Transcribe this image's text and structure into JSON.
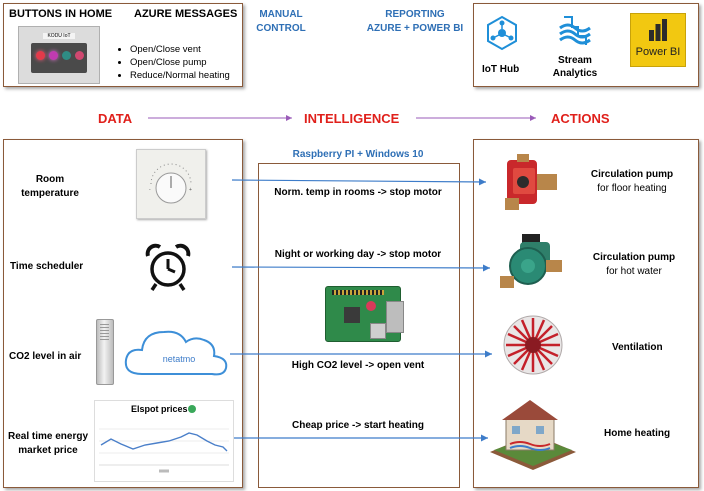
{
  "top": {
    "buttons_title": "BUTTONS IN HOME",
    "azure_title": "AZURE MESSAGES",
    "panel_label": "KODU IoT",
    "messages": [
      "Open/Close vent",
      "Open/Close pump",
      "Reduce/Normal heating"
    ],
    "manual_control": [
      "MANUAL",
      "CONTROL"
    ],
    "reporting": [
      "REPORTING",
      "AZURE + POWER BI"
    ],
    "services": [
      "IoT Hub",
      "Stream",
      "Analytics",
      "Power BI"
    ]
  },
  "headers": {
    "data": "DATA",
    "intelligence": "INTELLIGENCE",
    "actions": "ACTIONS"
  },
  "data_items": [
    [
      "Room",
      "temperature"
    ],
    [
      "Time scheduler"
    ],
    [
      "CO2 level in air"
    ],
    [
      "Real time energy",
      "market price"
    ]
  ],
  "netatmo_label": "netatmo",
  "elspot": {
    "title": "Elspot prices"
  },
  "intelligence": {
    "title": "Raspberry PI + Windows 10",
    "rules": [
      "Norm. temp in rooms -> stop motor",
      "Night or working day -> stop motor",
      "High CO2 level -> open vent",
      "Cheap price -> start heating"
    ]
  },
  "actions": [
    [
      "Circulation pump",
      "for floor heating"
    ],
    [
      "Circulation pump",
      "for hot water"
    ],
    [
      "Ventilation"
    ],
    [
      "Home heating"
    ]
  ],
  "colors": {
    "frame": "#8a5a3a",
    "blue": "#2e6fb5",
    "red": "#e0201b",
    "arrow": "#3d7cc9",
    "purple": "#9a5bb8"
  }
}
